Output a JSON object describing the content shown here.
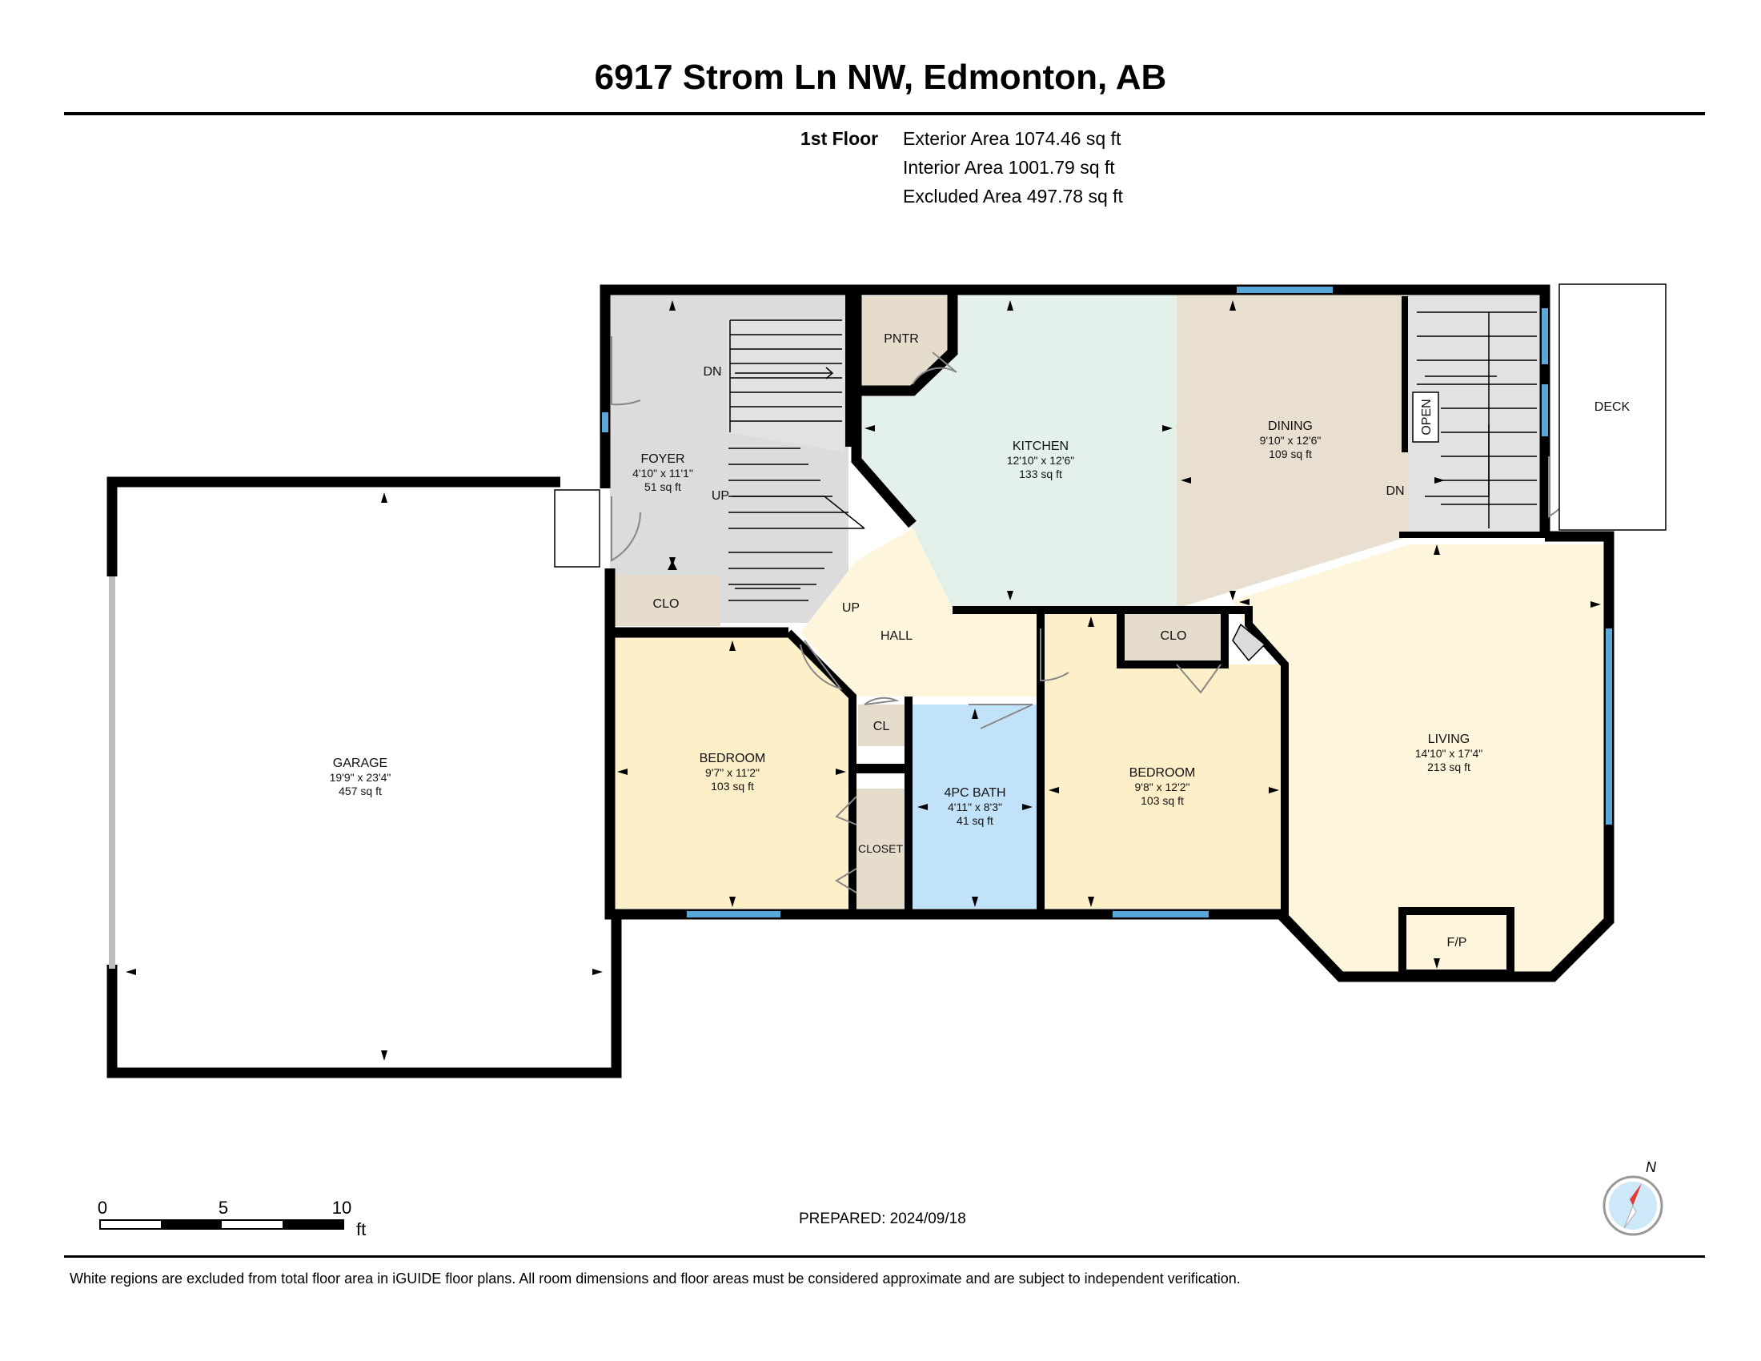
{
  "title": "6917 Strom Ln NW, Edmonton, AB",
  "floor_summary": {
    "floor": "1st Floor",
    "exterior": "Exterior Area 1074.46 sq ft",
    "interior": "Interior Area 1001.79 sq ft",
    "excluded": "Excluded Area 497.78 sq ft"
  },
  "rooms": {
    "garage": {
      "name": "GARAGE",
      "dims": "19'9\" x 23'4\"",
      "area": "457 sq ft"
    },
    "foyer": {
      "name": "FOYER",
      "dims": "4'10\" x 11'1\"",
      "area": "51 sq ft"
    },
    "kitchen": {
      "name": "KITCHEN",
      "dims": "12'10\" x 12'6\"",
      "area": "133 sq ft"
    },
    "dining": {
      "name": "DINING",
      "dims": "9'10\" x 12'6\"",
      "area": "109 sq ft"
    },
    "living": {
      "name": "LIVING",
      "dims": "14'10\" x 17'4\"",
      "area": "213 sq ft"
    },
    "bedroom1": {
      "name": "BEDROOM",
      "dims": "9'7\" x 11'2\"",
      "area": "103 sq ft"
    },
    "bath": {
      "name": "4PC BATH",
      "dims": "4'11\" x 8'3\"",
      "area": "41 sq ft"
    },
    "bedroom2": {
      "name": "BEDROOM",
      "dims": "9'8\" x 12'2\"",
      "area": "103 sq ft"
    }
  },
  "small_labels": {
    "pntr": "PNTR",
    "clo_foyer": "CLO",
    "clo_bed2": "CLO",
    "hall": "HALL",
    "cl": "CL",
    "closet": "CLOSET",
    "deck": "DECK",
    "open": "OPEN",
    "fp": "F/P",
    "dn_front": "DN",
    "up_front": "UP",
    "up_hall": "UP",
    "dn_rear": "DN"
  },
  "scale_bar": {
    "ticks": [
      "0",
      "5",
      "10"
    ],
    "unit": "ft"
  },
  "compass": {
    "label": "N"
  },
  "prepared": "PREPARED: 2024/09/18",
  "footnote": "White regions are excluded from total floor area in iGUIDE floor plans. All room dimensions and floor areas must be considered approximate and are subject to independent verification.",
  "colors": {
    "wall": "#000000",
    "window": "#5aa8d8",
    "foyer": "#dcdcdc",
    "kitchen": "#e4f1ea",
    "dining": "#e8dfd0",
    "living": "#fdf6dc",
    "hall": "#fdf6dc",
    "bedroom": "#fdefc8",
    "bath": "#c2e2f9",
    "closet": "#e6dccc",
    "stairs": "#e2e2e2",
    "compass_bg": "#cde8f8",
    "compass_needle": "#e53935"
  }
}
